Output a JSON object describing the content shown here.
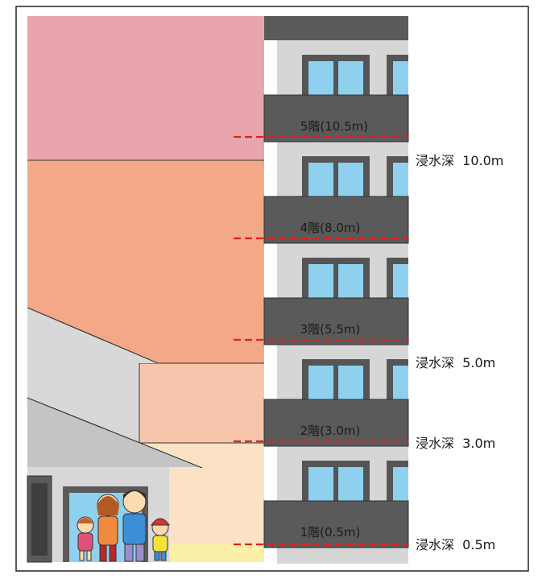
{
  "floors": [
    {
      "label": "5階(10.5m)"
    },
    {
      "label": "4階(8.0m)"
    },
    {
      "label": "3階(5.5m)"
    },
    {
      "label": "2階(3.0m)"
    },
    {
      "label": "1階(0.5m)"
    }
  ],
  "depths": [
    {
      "label": "浸水深  10.0m",
      "value": 10.0,
      "color": "#e9a5ad"
    },
    {
      "label": "浸水深  5.0m",
      "value": 5.0,
      "color": "#f3a988"
    },
    {
      "label": "浸水深  3.0m",
      "value": 3.0,
      "color": "#f6c6ac"
    },
    {
      "label": "浸水深  0.5m",
      "value": 0.5,
      "color": "#fbe2c5"
    }
  ],
  "colors": {
    "dashed_line": "#e0201e",
    "balcony": "#5a5a5a",
    "wall": "#d6d6d6",
    "window": "#8fd0ef",
    "ground_yellow": "#fcf0a4"
  },
  "illustration": {
    "people": [
      "man",
      "woman",
      "girl",
      "boy"
    ]
  }
}
